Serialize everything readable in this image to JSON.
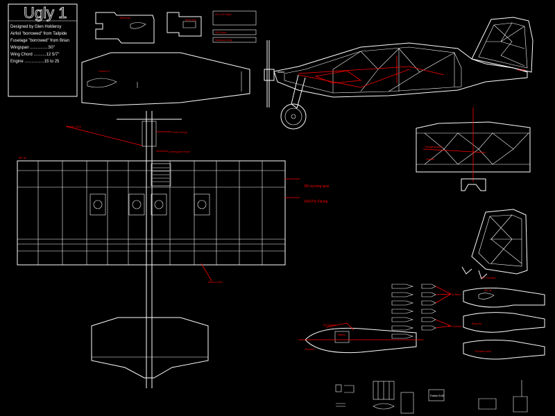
{
  "title_block": {
    "title": "Ugly 1",
    "lines": [
      "Designed by Glen Holderoy",
      "Airfoil \"borrowed\" from Tailpide",
      "Fuselage \"borrowed\" from Brian",
      "Wingspan ................50\"",
      "Wing Chord ...........12 5/7\"",
      "Engine .................15 to 25"
    ]
  },
  "labels": {
    "spar": "3/8 sq wing spar",
    "ply_facing": "1/64 Ply Facing",
    "servo_tray": "Servo tray",
    "hardwood": "Hardwood lst lg",
    "tail_blocks": "Tail blocks",
    "wing_ribs_note": "Wing ribs",
    "firewall": "Firewall",
    "triangle_gussets": "Triangle gussets",
    "fuse_former": "Former F1",
    "cross_section": "1/8 x 1/4 Strips",
    "engine_note": "Engine 15-25",
    "battery": "Battery",
    "receiver": "Receiver",
    "ply_doubler": "Ply Doubler",
    "rib_label": "Rib Tpl",
    "tip_block": "Tip block",
    "lg_note": "Landing gear mount",
    "elevator_note": "1/8 balsa sheet",
    "cowl_note": "Cowl 1/16 ply",
    "wheel_note": "2 1/4 wheels",
    "stab_note": "1/8 stab",
    "fin_note": "Fin 1/8 balsa",
    "aileron_note": "Aileron horns",
    "strip_note": "3/32 sheet",
    "servo_label": "Futaba S148"
  }
}
